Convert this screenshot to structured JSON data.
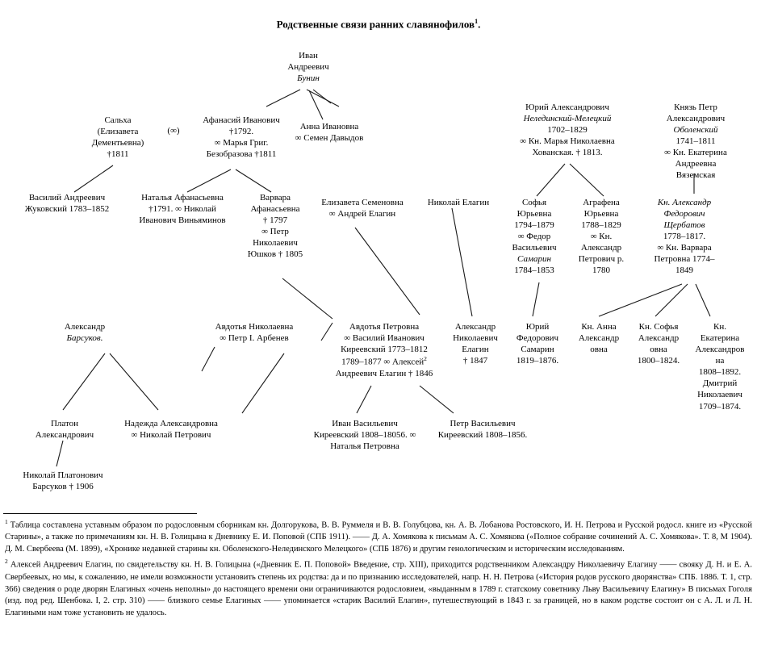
{
  "document": {
    "title": "Родственные связи ранних славянофилов",
    "title_footnote_marker": "1"
  },
  "tree": {
    "nodes": [
      {
        "id": "bunin",
        "name": "bunin",
        "lines": [
          "Иван",
          "Андреевич",
          "Бунин"
        ],
        "italic_lines": [
          2
        ]
      },
      {
        "id": "salkha",
        "name": "salkha",
        "lines": [
          "Сальха",
          "(Елизавета",
          "Дементьевна)",
          "†1811"
        ],
        "italic_lines": []
      },
      {
        "id": "marriage-symbol",
        "name": "marriage-symbol-salkha-bunin",
        "lines": [
          "(∞)"
        ],
        "italic_lines": []
      },
      {
        "id": "afanasiy",
        "name": "afanasiy-ivanovich",
        "lines": [
          "Афанасий Иванович",
          "†1792.",
          "∞ Марья Григ.",
          "Безобразова †1811"
        ],
        "italic_lines": []
      },
      {
        "id": "anna-ivanovna",
        "name": "anna-ivanovna",
        "lines": [
          "Анна Ивановна",
          "∞ Семен Давыдов"
        ],
        "italic_lines": []
      },
      {
        "id": "nelidinsky",
        "name": "yuriy-nelidinsky-meletsky",
        "lines": [
          "Юрий Александрович",
          "Нелединский-Мелецкий",
          "1702–1829",
          "∞ Кн. Марья Николаевна",
          "Хованская. † 1813."
        ],
        "italic_lines": [
          1
        ]
      },
      {
        "id": "obolensky",
        "name": "knyaz-petr-obolensky",
        "lines": [
          "Князь Петр",
          "Александрович",
          "Оболенский",
          "1741–1811",
          "∞ Кн. Екатерина",
          "Андреевна",
          "Вяземская"
        ],
        "italic_lines": [
          2
        ]
      },
      {
        "id": "zhukovsky",
        "name": "vasiliy-zhukovsky",
        "lines": [
          "Василий Андреевич",
          "Жуковский 1783–1852"
        ],
        "italic_lines": []
      },
      {
        "id": "natalya-afanasevna",
        "name": "natalya-afanasevna",
        "lines": [
          "Наталья Афанасьевна",
          "†1791. ∞ Николай",
          "Иванович Виньяминов"
        ],
        "italic_lines": []
      },
      {
        "id": "varvara-afanasevna",
        "name": "varvara-afanasevna",
        "lines": [
          "Варвара",
          "Афанасьевна",
          "† 1797",
          "∞ Петр",
          "Николаевич",
          "Юшков † 1805"
        ],
        "italic_lines": []
      },
      {
        "id": "elizaveta-semenovna",
        "name": "elizaveta-semenovna",
        "lines": [
          "Елизавета Семеновна",
          "∞ Андрей Елагин"
        ],
        "italic_lines": []
      },
      {
        "id": "nikolay-elagin",
        "name": "nikolay-elagin",
        "lines": [
          "Николай Елагин"
        ],
        "italic_lines": []
      },
      {
        "id": "sofya-yurevna",
        "name": "sofya-yurevna",
        "lines": [
          "Софья",
          "Юрьевна",
          "1794–1879",
          "∞ Федор",
          "Васильевич",
          "Самарин",
          "1784–1853"
        ],
        "italic_lines": [
          5
        ]
      },
      {
        "id": "agrafena-yurevna",
        "name": "agrafena-yurevna",
        "lines": [
          "Аграфена",
          "Юрьевна",
          "1788–1829",
          "∞ Кн.",
          "Александр",
          "Петрович р.",
          "1780"
        ],
        "italic_lines": []
      },
      {
        "id": "shcherbatov",
        "name": "knyaz-aleksandr-shcherbatov",
        "lines": [
          "Кн. Александр",
          "Федорович",
          "Щербатов",
          "1778–1817.",
          "∞ Кн. Варвара",
          "Петровна 1774–",
          "1849"
        ],
        "italic_lines": [
          0,
          1,
          2
        ]
      },
      {
        "id": "aleksandr-barsukov",
        "name": "aleksandr-barsukov",
        "lines": [
          "Александр",
          "Барсуков."
        ],
        "italic_lines": [
          1
        ]
      },
      {
        "id": "avdotya-nikolaevna",
        "name": "avdotya-nikolaevna",
        "lines": [
          "Авдотья Николаевна",
          "∞ Петр I. Арбенев"
        ],
        "italic_lines": []
      },
      {
        "id": "avdotya-petrovna",
        "name": "avdotya-petrovna",
        "lines": [
          "Авдотья Петровна",
          "∞ Василий Иванович",
          "Киреевский 1773–1812",
          "1789–1877 ∞ Алексей",
          "Андреевич Елагин † 1846"
        ],
        "italic_lines": [],
        "footnote_marker_line": 3,
        "footnote_marker": "2"
      },
      {
        "id": "aleksandr-elagin",
        "name": "aleksandr-nikolaevich-elagin",
        "lines": [
          "Александр",
          "Николаевич",
          "Елагин",
          "† 1847"
        ],
        "italic_lines": []
      },
      {
        "id": "yuriy-samarin",
        "name": "yuriy-samarin",
        "lines": [
          "Юрий",
          "Федорович",
          "Самарин",
          "1819–1876."
        ],
        "italic_lines": []
      },
      {
        "id": "knyazhna-anna",
        "name": "knyazhna-anna-aleksandrovna",
        "lines": [
          "Кн. Анна",
          "Александр",
          "овна"
        ],
        "italic_lines": []
      },
      {
        "id": "knyazhna-sofya",
        "name": "knyazhna-sofya-aleksandrovna",
        "lines": [
          "Кн. Софья",
          "Александр",
          "овна",
          "1800–1824."
        ],
        "italic_lines": []
      },
      {
        "id": "knyazhna-ekaterina",
        "name": "knyazhna-ekaterina-aleksandrovna",
        "lines": [
          "Кн.",
          "Екатерина",
          "Александров",
          "на",
          "1808–1892.",
          "Дмитрий",
          "Николаевич",
          "1709–1874."
        ],
        "italic_lines": []
      },
      {
        "id": "platon-aleksandrovich",
        "name": "platon-aleksandrovich",
        "lines": [
          "Платон",
          "Александрович"
        ],
        "italic_lines": []
      },
      {
        "id": "nadezhda-aleksandrovna",
        "name": "nadezhda-aleksandrovna",
        "lines": [
          "Надежда Александровна",
          "∞ Николай Петрович"
        ],
        "italic_lines": []
      },
      {
        "id": "ivan-kireevsky",
        "name": "ivan-kireevsky",
        "lines": [
          "Иван Васильевич",
          "Киреевский 1808–18056. ∞",
          "Наталья Петровна"
        ],
        "italic_lines": []
      },
      {
        "id": "petr-kireevsky",
        "name": "petr-kireevsky",
        "lines": [
          "Петр Васильевич",
          "Киреевский 1808–1856."
        ],
        "italic_lines": []
      },
      {
        "id": "nikolay-barsukov",
        "name": "nikolay-barsukov",
        "lines": [
          "Николай Платонович",
          "Барсуков † 1906"
        ],
        "italic_lines": []
      }
    ]
  },
  "footnotes": [
    {
      "marker": "1",
      "text": "Таблица составлена уставным образом по родословным сборникам кн. Долгорукова, В. В. Руммеля и В. В. Голубцова, кн. А. В. Лобанова Ростовского, И. Н. Петрова и Русской родосл. книге из «Русской Старины», а также по примечаниям кн. Н. В. Голицына к Дневнику Е. И. Поповой (СПБ 1911). —— Д. А. Хомякова к письмам А. С. Хомякова («Полное собрание сочинений А. С. Хомякова». Т. 8, М 1904). Д. М. Свербеева (М. 1899), «Хронике недавней старины кн. Оболенского-Нелединского Мелецкого» (СПБ 1876) и другим генологическим и историческим исследованиям."
    },
    {
      "marker": "2",
      "text": "Алексей Андреевич Елагин, по свидетельству кн. Н. В. Голицына («Дневник Е. П. Поповой» Введение, стр. XIII), приходится родственником Александру Николаевичу Елагину —— свояку Д. Н. и Е. А. Свербеевых, но мы, к сожалению, не имели возможности установить степень их родства: да и по признанию исследователей, напр. Н. Н. Петрова («История родов русского дворянства» СПБ. 1886. Т. 1, стр. 366) сведения о роде дворян Елагиных «очень неполны» до настоящего времени они ограничиваются родословием, «выданным в 1789 г. статскому советнику Льву Васильевичу Елагину» В письмах Гоголя (изд. под ред. Шенбока. I, 2. стр. 310) —— близкого семье Елагиных —— упоминается «старик Василий Елагин», путешествующий в 1843 г. за границей, но в каком родстве состоит он с А. Л. и Л. Н. Елагиными нам тоже установить не удалось."
    }
  ]
}
